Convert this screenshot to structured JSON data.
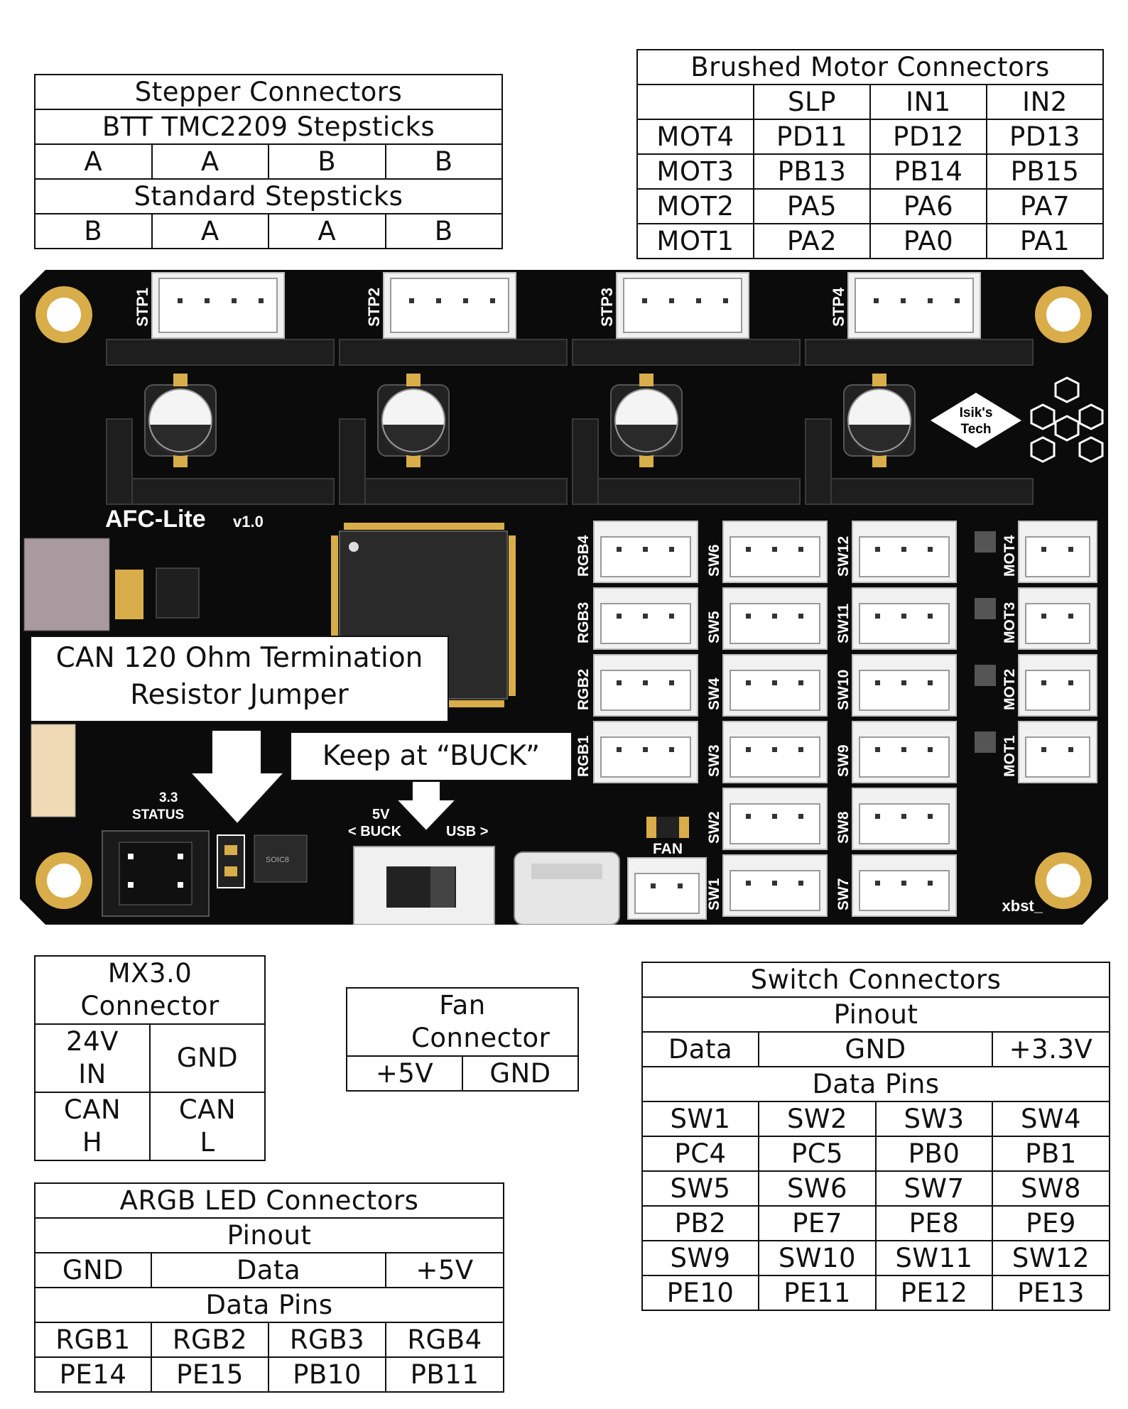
{
  "colors": {
    "pcb": "#0b0b0b",
    "gold": "#d8ad4a",
    "silk": "#ffffff",
    "connector": "#f3f3f3"
  },
  "stepper_table": {
    "title": "Stepper Connectors",
    "btt_title": "BTT TMC2209 Stepsticks",
    "btt_row": [
      "A",
      "A",
      "B",
      "B"
    ],
    "std_title": "Standard Stepsticks",
    "std_row": [
      "B",
      "A",
      "A",
      "B"
    ]
  },
  "brushed_table": {
    "title": "Brushed Motor Connectors",
    "headers": [
      "",
      "SLP",
      "IN1",
      "IN2"
    ],
    "rows": [
      [
        "MOT4",
        "PD11",
        "PD12",
        "PD13"
      ],
      [
        "MOT3",
        "PB13",
        "PB14",
        "PB15"
      ],
      [
        "MOT2",
        "PA5",
        "PA6",
        "PA7"
      ],
      [
        "MOT1",
        "PA2",
        "PA0",
        "PA1"
      ]
    ]
  },
  "mx_table": {
    "title": "MX3.0 Connector",
    "rows": [
      [
        "24V IN",
        "GND"
      ],
      [
        "CAN H",
        "CAN L"
      ]
    ]
  },
  "fan_table": {
    "title": "Fan Connector",
    "row": [
      "+5V",
      "GND"
    ]
  },
  "argb_table": {
    "title": "ARGB LED Connectors",
    "pinout_title": "Pinout",
    "pinout": [
      "GND",
      "Data",
      "+5V"
    ],
    "pins_title": "Data Pins",
    "names": [
      "RGB1",
      "RGB2",
      "RGB3",
      "RGB4"
    ],
    "pins": [
      "PE14",
      "PE15",
      "PB10",
      "PB11"
    ]
  },
  "switch_table": {
    "title": "Switch Connectors",
    "pinout_title": "Pinout",
    "pinout": [
      "Data",
      "GND",
      "+3.3V"
    ],
    "pins_title": "Data Pins",
    "rows": [
      [
        "SW1",
        "SW2",
        "SW3",
        "SW4"
      ],
      [
        "PC4",
        "PC5",
        "PB0",
        "PB1"
      ],
      [
        "SW5",
        "SW6",
        "SW7",
        "SW8"
      ],
      [
        "PB2",
        "PE7",
        "PE8",
        "PE9"
      ],
      [
        "SW9",
        "SW10",
        "SW11",
        "SW12"
      ],
      [
        "PE10",
        "PE11",
        "PE12",
        "PE13"
      ]
    ]
  },
  "callouts": {
    "can_line1": "CAN 120 Ohm Termination",
    "can_line2": "Resistor Jumper",
    "buck": "Keep at “BUCK”"
  },
  "board": {
    "name": "AFC-Lite",
    "version": "v1.0",
    "stp_labels": [
      "STP1",
      "STP2",
      "STP3",
      "STP4"
    ],
    "rgb_labels": [
      "RGB4",
      "RGB3",
      "RGB2",
      "RGB1"
    ],
    "sw_left": [
      "SW6",
      "SW5",
      "SW4",
      "SW3",
      "SW2",
      "SW1"
    ],
    "sw_right": [
      "SW12",
      "SW11",
      "SW10",
      "SW9",
      "SW8",
      "SW7"
    ],
    "mot_labels": [
      "MOT4",
      "MOT3",
      "MOT2",
      "MOT1"
    ],
    "fan_label": "FAN",
    "logo_line1": "Isik's",
    "logo_line2": "Tech",
    "credit": "xbst_",
    "status_33": "3.3",
    "status": "STATUS",
    "sw_5v": "5V",
    "sw_buck": "< BUCK",
    "sw_usb": "USB >",
    "chip_text": "SOIC8"
  }
}
